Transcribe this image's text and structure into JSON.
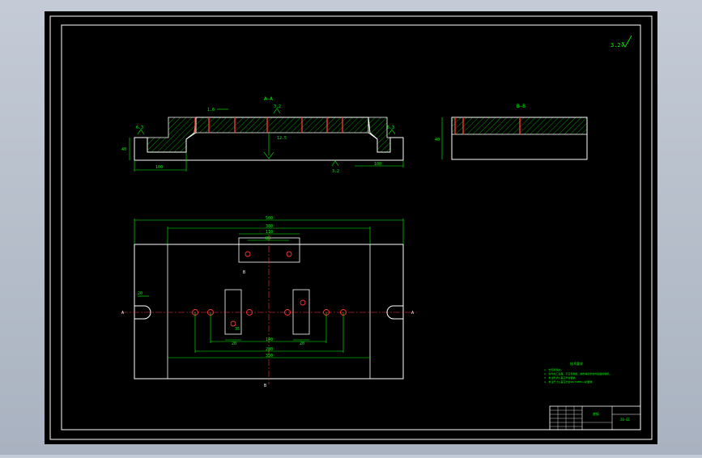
{
  "colors": {
    "background": "#000000",
    "line": "#ffffff",
    "dimension": "#00ff00",
    "hatch": "#00ff00",
    "centerline": "#ff3333",
    "surround": "#b8c0cc"
  },
  "drawing": {
    "roughness_symbol": "3.2√",
    "section_a_label": "A—A",
    "section_b_label": "B—B",
    "front_view": {
      "left_height": "40",
      "left_width": "100",
      "right_width": "100",
      "roughness_left": "6.3",
      "roughness_right": "6.3",
      "roughness_top": "3.2",
      "roughness_bottom": "3.2",
      "callout_top": "1.6",
      "callout_mid": "12.5"
    },
    "side_view": {
      "height": "40"
    },
    "plan_view": {
      "overall_width": "500",
      "inner_width": "380",
      "top_plate_width": "110",
      "top_plate_hole_spacing": "80",
      "left_slot_width": "20",
      "label_a_left": "A",
      "label_a_right": "A",
      "label_b_top": "B",
      "label_b_bottom": "B",
      "dim_small_left": "20",
      "dim_small_right": "20",
      "dim_spacing_1": "140",
      "dim_spacing_2": "280",
      "dim_spacing_3": "350",
      "dim_block": "35"
    },
    "notes": {
      "heading": "技术要求",
      "lines": [
        "1. 去毛刺锐边。",
        "2. 零件加工表面，不应有划痕、擦伤等损伤零件表面的缺陷。",
        "3. 未注形状公差应符合要求。",
        "4. 未注尺寸公差应符合GB/T1804-m的要求。"
      ]
    },
    "title_block": {
      "part_name": "底板",
      "drawing_no": "20-01"
    }
  }
}
